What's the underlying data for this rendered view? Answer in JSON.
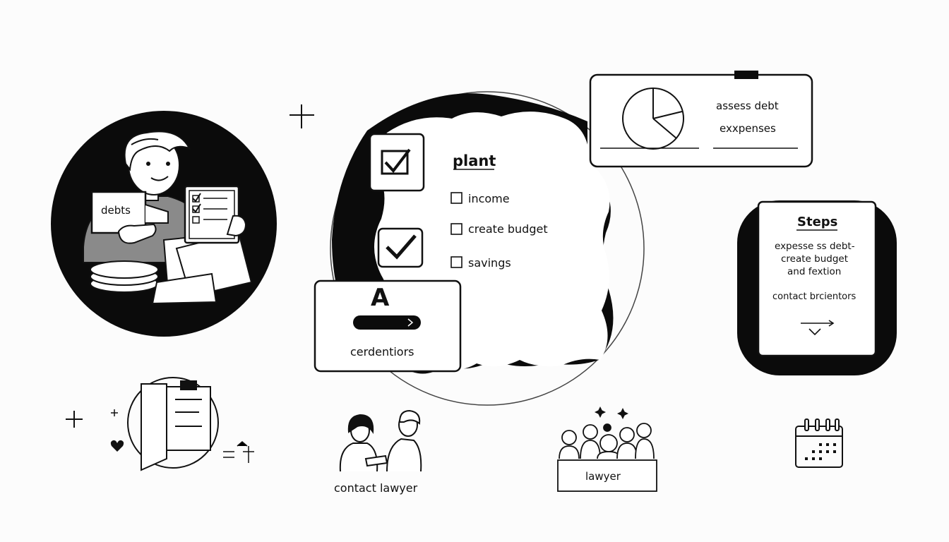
{
  "hero": {
    "folder_label": "debts"
  },
  "checklist": {
    "title": "plant",
    "items": [
      {
        "label": "income"
      },
      {
        "label": "create budget"
      },
      {
        "label": "savings"
      }
    ]
  },
  "credit_card": {
    "letter": "A",
    "label": "cerdentiors"
  },
  "assess_card": {
    "line1": "assess debt",
    "line2": "exxpenses"
  },
  "steps_card": {
    "title": "Steps",
    "lines": [
      "expesse ss debt-",
      "create budget",
      "and fextion"
    ],
    "contact": "contact brcientors"
  },
  "bottom_icons": {
    "contact_lawyer": "contact lawyer",
    "lawyer": "lawyer"
  },
  "colors": {
    "ink": "#111111",
    "paper": "#fcfcfc",
    "shade": "#8a8a8a"
  }
}
